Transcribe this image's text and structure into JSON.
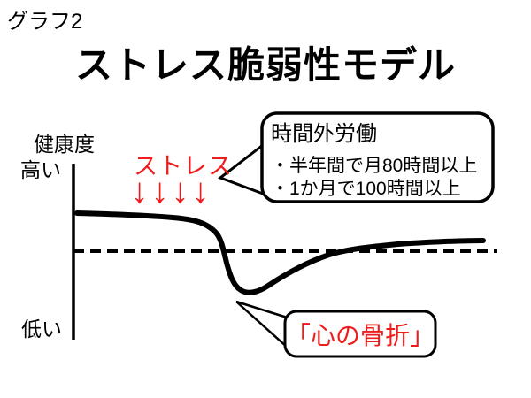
{
  "page": {
    "graph_label": "グラフ2",
    "title": "ストレス脆弱性モデル"
  },
  "axis": {
    "caption": "健康度",
    "high_label": "高い",
    "low_label": "低い"
  },
  "stress": {
    "label": "ストレス",
    "arrows": [
      "↓",
      "↓",
      "↓",
      "↓"
    ]
  },
  "callouts": {
    "overtime": {
      "title": "時間外労働",
      "lines": [
        "・半年間で月80時間以上",
        "・1か月で100時間以上"
      ]
    },
    "fracture": {
      "label": "「心の骨折」"
    }
  },
  "colors": {
    "accent_red": "#ee1c1c",
    "ink": "#000000",
    "background": "#ffffff"
  },
  "chart_data": {
    "type": "line",
    "title": "ストレス脆弱性モデル",
    "ylabel": "健康度",
    "ytick_labels": [
      "低い",
      "高い"
    ],
    "xlabel": "",
    "grid": false,
    "legend": "none",
    "x_range_norm": [
      0,
      100
    ],
    "y_range_norm": [
      0,
      100
    ],
    "baseline": {
      "style": "dashed",
      "y_norm": 50
    },
    "series": [
      {
        "name": "健康度",
        "x": [
          0,
          14,
          25,
          31,
          35,
          36,
          37,
          39,
          41,
          44,
          49,
          55,
          62,
          68,
          79,
          90,
          100
        ],
        "y": [
          72,
          72,
          71,
          68,
          62,
          50,
          41,
          31,
          27,
          26,
          32,
          40,
          48,
          52,
          54,
          55,
          56
        ]
      }
    ],
    "annotations": [
      {
        "type": "label-with-arrows",
        "text": "ストレス",
        "arrows": "↓↓↓↓",
        "color": "#ee1c1c",
        "points_to": "top of curve before decline"
      },
      {
        "type": "speech-bubble",
        "text": "時間外労働 ・半年間で月80時間以上 ・1か月で100時間以上",
        "color": "#000000",
        "points_to": "ストレス label"
      },
      {
        "type": "speech-bubble",
        "text": "「心の骨折」",
        "color": "#ee1c1c",
        "points_to": "bottom of curve dip"
      }
    ]
  }
}
